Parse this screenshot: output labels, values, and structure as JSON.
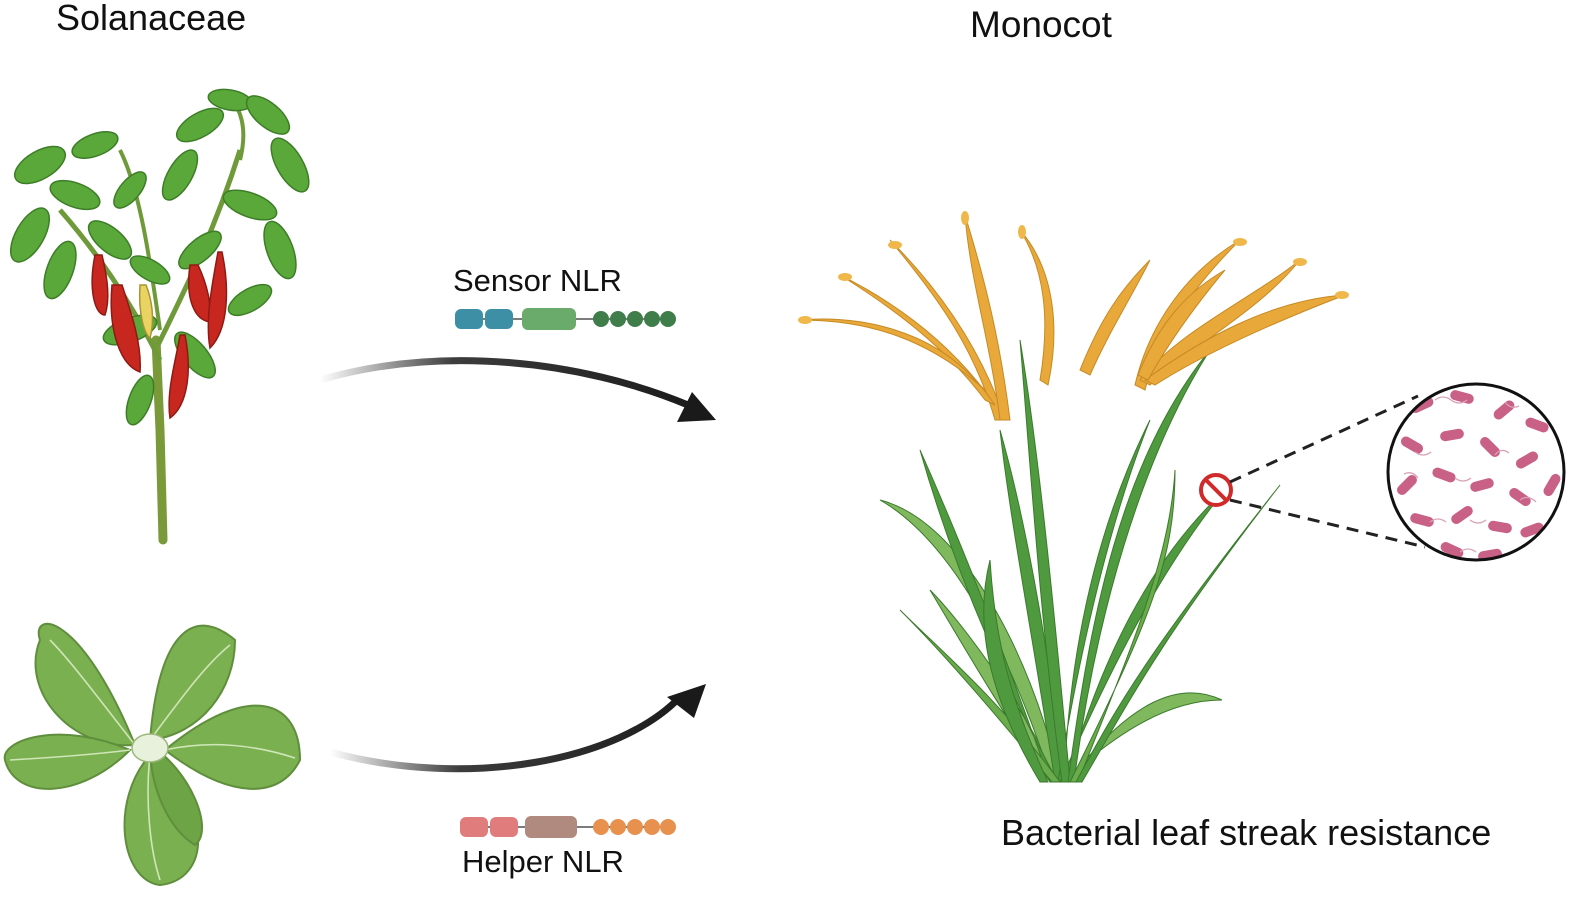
{
  "labels": {
    "left_group": "Solanaceae",
    "right_group": "Monocot",
    "sensor": "Sensor NLR",
    "helper": "Helper NLR",
    "result": "Bacterial leaf streak resistance"
  },
  "colors": {
    "sensor_domain_1": "#3d8fa6",
    "sensor_domain_2": "#6aaa6a",
    "sensor_repeats": "#3f7d4b",
    "helper_domain_1": "#e07c7c",
    "helper_domain_2": "#b08a7e",
    "helper_repeats": "#e8904d",
    "arrow": "#1a1a1a",
    "pepper_leaf": "#5aa83a",
    "pepper_fruit": "#c7271e",
    "benthamiana_leaf": "#7bb050",
    "rice_panicle": "#e8a93a",
    "rice_leaf": "#4f9a3e",
    "bacteria": "#c96086"
  },
  "icons": [
    "pepper-plant-icon",
    "benthamiana-plant-icon",
    "rice-plant-icon",
    "bacteria-magnifier-icon",
    "no-entry-icon"
  ]
}
